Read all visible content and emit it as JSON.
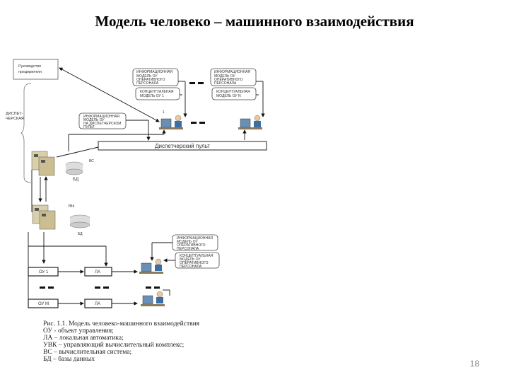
{
  "slide": {
    "title": "Модель человеко – машинного взаимодействия",
    "page_number": "18"
  },
  "diagram": {
    "management_box": [
      "Руководство",
      "предприятия"
    ],
    "dispatch_side_label": [
      "ДИСПЕТ-",
      "ЧЕРСКАЯ"
    ],
    "info_model_operator": [
      "ИНФОРМАЦИОННАЯ",
      "МОДЕЛЬ ОУ",
      "ОПЕРАТИВНОГО",
      "ПЕРСОНАЛА"
    ],
    "concept_model_1": [
      "КОНЦЕПТУАЛЬНАЯ",
      "МОДЕЛЬ ОУ 1"
    ],
    "concept_model_n": [
      "КОНЦЕПТУАЛЬНАЯ",
      "МОДЕЛЬ ОУ N"
    ],
    "operator_1_number": "1",
    "info_model_dispatch": [
      "ИНФОРМАЦИОННАЯ",
      "МОДЕЛЬ ОУ",
      "НА ДИСПЕТЧЕРСКОМ",
      "ПУЛЬТ"
    ],
    "dispatch_panel": "Диспетчерский пульт",
    "vs_label": "ВС",
    "db_label_upper": "БД",
    "uvk_label": "УВК",
    "db_label_lower": "БД",
    "info_model_operator_lower": [
      "ИНФОРМАЦИОННАЯ",
      "МОДЕЛЬ ОУ",
      "ОПЕРАТИВНОГО",
      "ПЕРСОНАЛА"
    ],
    "concept_model_lower": [
      "КОНЦЕПТУАЛЬНАЯ",
      "МОДЕЛЬ ОУ",
      "ОПЕРАТИВНОГО",
      "ПЕРСОНАЛА"
    ],
    "ou1": "ОУ 1",
    "la1": "ЛА",
    "oum": "ОУ М",
    "la2": "ЛА"
  },
  "caption": {
    "line1": "Рис. 1.1. Модель человеко-машинного взаимодействия",
    "line2": "ОУ - объект управления;",
    "line3": "ЛА – локальная автоматика;",
    "line4": "УВК – управляющий вычислительный комплекс;",
    "line5": "ВС – вычислительная система;",
    "line6": "БД – базы данных"
  }
}
